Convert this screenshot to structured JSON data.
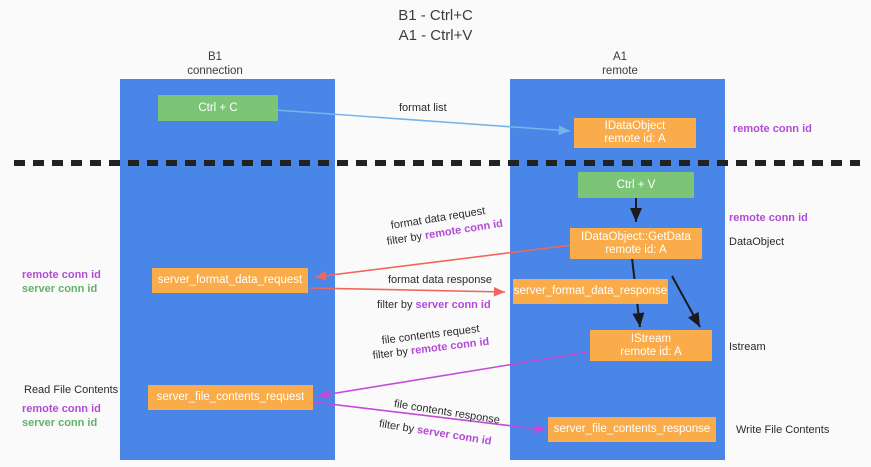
{
  "title": "B1 - Ctrl+C\nA1 - Ctrl+V",
  "columns": {
    "left": {
      "name": "B1",
      "sub": "connection"
    },
    "right": {
      "name": "A1",
      "sub": "remote"
    }
  },
  "boxes": {
    "ctrl_c": {
      "label": "Ctrl + C",
      "color": "#7cc576"
    },
    "ctrl_v": {
      "label": "Ctrl + V",
      "color": "#7cc576"
    },
    "idataobject": {
      "line1": "IDataObject",
      "line2": "remote id: A",
      "color": "#f9ac49"
    },
    "getdata": {
      "line1": "IDataObject::GetData",
      "line2": "remote id: A",
      "color": "#f9ac49"
    },
    "istream": {
      "line1": "IStream",
      "line2": "remote id: A",
      "color": "#f9ac49"
    },
    "fmt_req": {
      "label": "server_format_data_request",
      "color": "#f9ac49"
    },
    "fmt_resp": {
      "label": "server_format_data_response",
      "color": "#f9ac49"
    },
    "file_req": {
      "label": "server_file_contents_request",
      "color": "#f9ac49"
    },
    "file_resp": {
      "label": "server_file_contents_response",
      "color": "#f9ac49"
    }
  },
  "edges": {
    "format_list": "format list",
    "format_data_request": "format data request",
    "format_data_request_filter_prefix": "filter by ",
    "format_data_request_filter_key": "remote conn id",
    "format_data_response": "format data response",
    "format_data_response_filter_prefix": "filter by ",
    "format_data_response_filter_key": "server conn id",
    "file_contents_request": "file contents request",
    "file_contents_request_filter_prefix": "filter by ",
    "file_contents_request_filter_key": "remote conn id",
    "file_contents_response": "file contents response",
    "file_contents_response_filter_prefix": "filter by ",
    "file_contents_response_filter_key": "server conn id"
  },
  "annotations": {
    "right_remote_conn_id_top": "remote conn id",
    "right_remote_conn_id_mid": "remote conn id",
    "right_dataobject": "DataObject",
    "right_istream": "Istream",
    "right_write_file_contents": "Write File Contents",
    "left_read_file_contents": "Read File Contents"
  },
  "legend": {
    "left_mid": {
      "remote": "remote conn id",
      "server": "server conn id"
    },
    "left_low": {
      "remote": "remote conn id",
      "server": "server conn id"
    }
  },
  "colors": {
    "lane": "#4a86e8",
    "orange": "#f9ac49",
    "green": "#7cc576",
    "purple": "#b24bd6",
    "green_text": "#62b267",
    "arrow_blue": "#78b4e8",
    "arrow_red": "#f0675e",
    "arrow_magenta": "#c24bd6",
    "arrow_black": "#1a1a1a",
    "divider": "#222222",
    "background": "#fafafa"
  }
}
